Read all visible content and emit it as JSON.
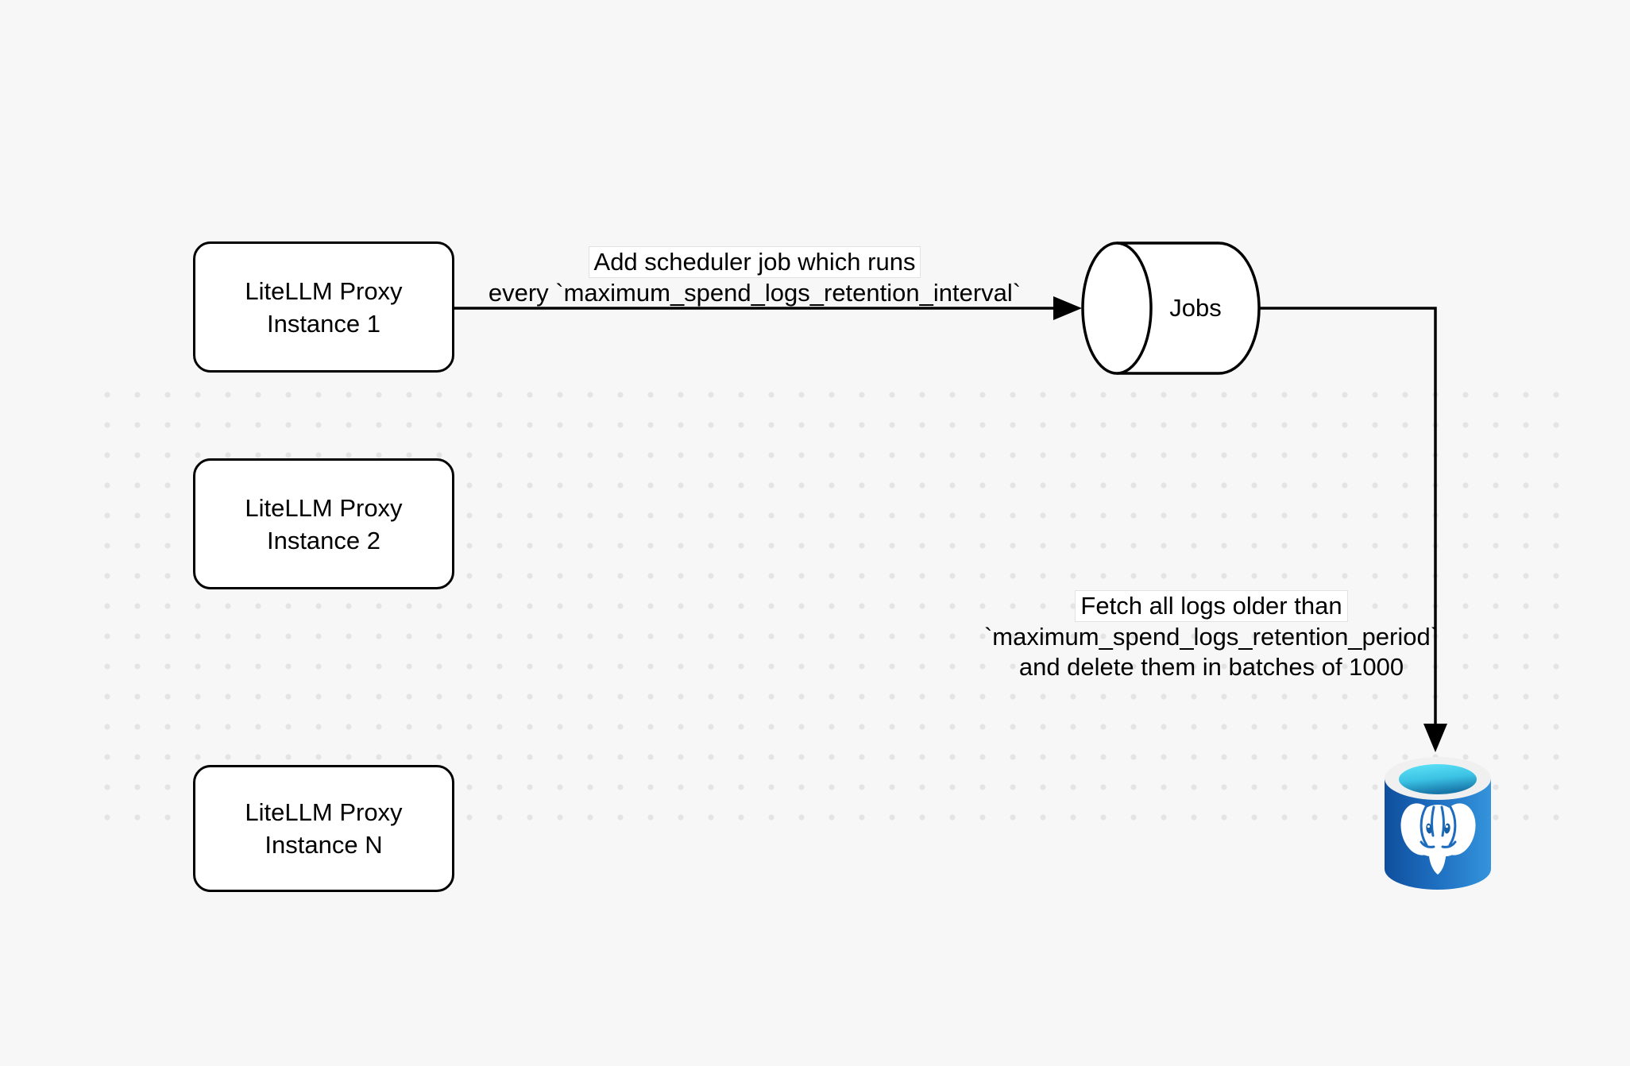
{
  "diagram": {
    "background_color": "#f7f7f7",
    "grid_dot_color": "#e4e4e4",
    "stroke_color": "#000000",
    "nodes": {
      "instance1": {
        "line1": "LiteLLM Proxy",
        "line2": "Instance 1"
      },
      "instance2": {
        "line1": "LiteLLM Proxy",
        "line2": "Instance 2"
      },
      "instanceN": {
        "line1": "LiteLLM Proxy",
        "line2": "Instance N"
      },
      "jobs": {
        "label": "Jobs"
      },
      "postgres": {
        "icon": "postgresql-database-icon",
        "body_color": "#1d6cbe",
        "top_color": "#50e6ff"
      }
    },
    "edges": {
      "schedule": {
        "line1": "Add scheduler job which runs",
        "line2": "every `maximum_spend_logs_retention_interval`"
      },
      "fetch": {
        "line1": "Fetch all logs older than",
        "line2": "`maximum_spend_logs_retention_period`",
        "line3": "and delete them in batches of 1000"
      }
    }
  }
}
